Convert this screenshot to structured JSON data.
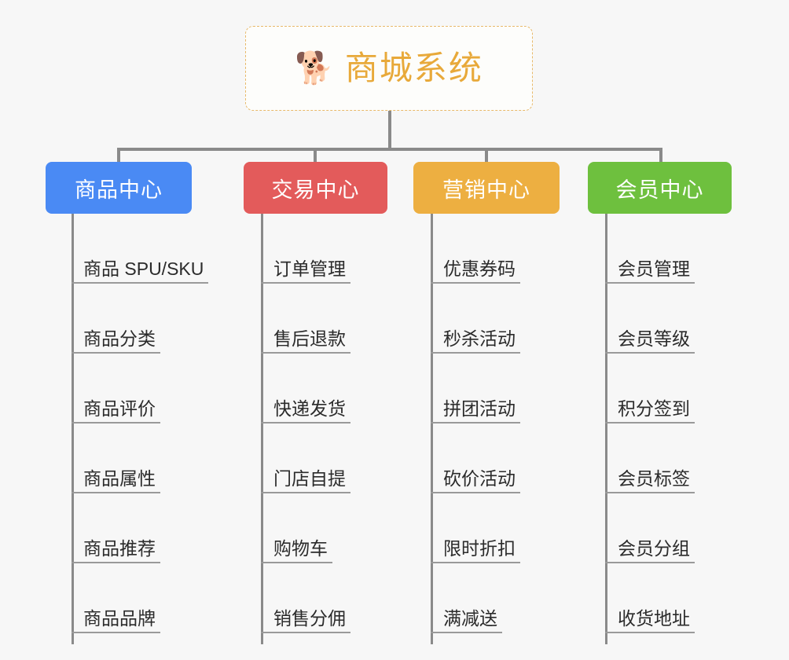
{
  "diagram": {
    "background_color": "#f7f7f7",
    "root": {
      "icon": "shiba-inu-dog-face",
      "icon_glyph": "🐕",
      "title": "商城系统",
      "title_color": "#e8a93a",
      "border_color": "#e8b96a"
    },
    "connector_color": "#8a8a8a",
    "branches": [
      {
        "label": "商品中心",
        "color": "#4a8af4",
        "items": [
          "商品 SPU/SKU",
          "商品分类",
          "商品评价",
          "商品属性",
          "商品推荐",
          "商品品牌"
        ]
      },
      {
        "label": "交易中心",
        "color": "#e35b5b",
        "items": [
          "订单管理",
          "售后退款",
          "快递发货",
          "门店自提",
          "购物车",
          "销售分佣"
        ]
      },
      {
        "label": "营销中心",
        "color": "#edaf41",
        "items": [
          "优惠券码",
          "秒杀活动",
          "拼团活动",
          "砍价活动",
          "限时折扣",
          "满减送"
        ]
      },
      {
        "label": "会员中心",
        "color": "#6ec03e",
        "items": [
          "会员管理",
          "会员等级",
          "积分签到",
          "会员标签",
          "会员分组",
          "收货地址"
        ]
      }
    ]
  }
}
